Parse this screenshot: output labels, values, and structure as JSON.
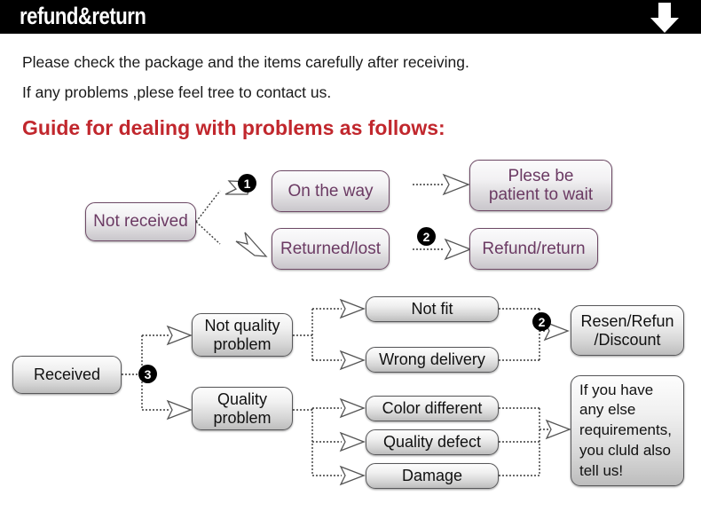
{
  "header": {
    "title": "refund&return",
    "arrow_icon": "arrow-down-icon"
  },
  "intro": {
    "line1": "Please check the package and the items carefully after receiving.",
    "line2": "If any problems ,plese feel tree to contact us.",
    "heading": "Guide for dealing with problems as follows:"
  },
  "colors": {
    "header_background": "#000000",
    "header_text": "#ffffff",
    "heading_red": "#c1272d",
    "purple_box_text": "#6b3a63",
    "purple_box_border": "#6e4a66",
    "gray_box_text": "#111111",
    "gray_box_border": "#58585a",
    "badge_background": "#000000",
    "badge_text": "#ffffff",
    "connector_line": "#3a3a3a"
  },
  "flow_not_received": {
    "source": "Not received",
    "states": [
      "On the way",
      "Returned/lost"
    ],
    "outcomes": [
      "Plese be\npatient to wait",
      "Refund/return"
    ],
    "badges": [
      "1",
      "2"
    ]
  },
  "flow_received": {
    "source": "Received",
    "categories": [
      "Not quality\nproblem",
      "Quality\nproblem"
    ],
    "reasons": [
      "Not fit",
      "Wrong delivery",
      "Color different",
      "Quality defect",
      "Damage"
    ],
    "outcome": "Resen/Refun\n/Discount",
    "note": "If you have any else requirements, you cluld also tell us!",
    "badges": [
      "3",
      "2"
    ]
  }
}
